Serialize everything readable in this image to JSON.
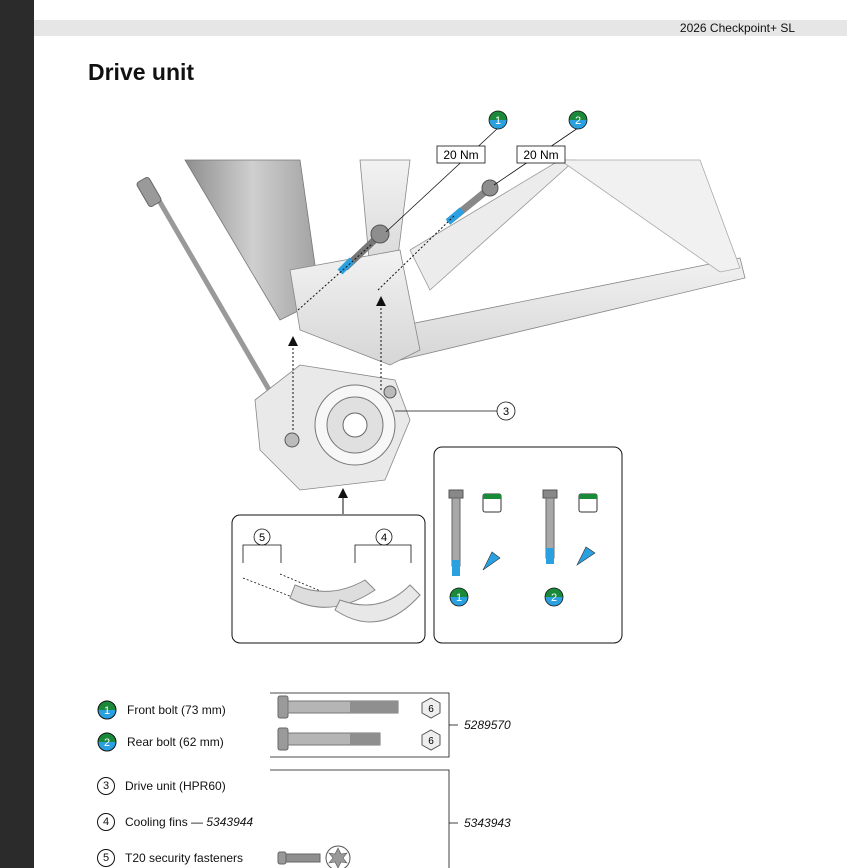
{
  "header": {
    "title": "2026 Checkpoint+ SL"
  },
  "page": {
    "title": "Drive unit"
  },
  "figure": {
    "callout_1": "1",
    "callout_2": "2",
    "callout_3": "3",
    "callout_4": "4",
    "callout_5": "5",
    "torque_1": "20 Nm",
    "torque_2": "20 Nm"
  },
  "parts": [
    {
      "num": "1",
      "label": "Front bolt (73 mm)"
    },
    {
      "num": "2",
      "label": "Rear bolt (62 mm)"
    },
    {
      "num": "3",
      "label": "Drive unit (HPR60)"
    },
    {
      "num": "4",
      "label": "Cooling fins — ",
      "part_no": "5343944"
    },
    {
      "num": "5",
      "label": "T20 security fasteners"
    }
  ],
  "hex_tool_size": "6",
  "part_numbers": {
    "bolts": "5289570",
    "drive_unit": "5343943"
  },
  "colors": {
    "green": "#1a8a3a",
    "blue": "#2aa0e0"
  }
}
